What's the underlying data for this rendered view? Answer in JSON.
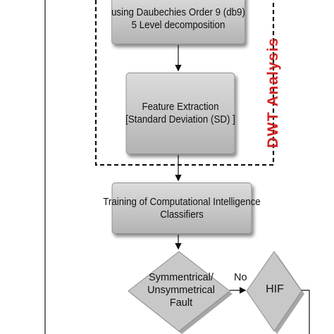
{
  "flowchart": {
    "decomposition_box": {
      "line1": "using  Daubechies Order 9 (db9)",
      "line2": "5 Level decomposition"
    },
    "feature_box": {
      "line1": "Feature Extraction",
      "line2": "[Standard Deviation (SD) ]"
    },
    "training_box": {
      "line1": "Training of Computational Intelligence",
      "line2": "Classifiers"
    },
    "fault_decision": {
      "line1": "Symmentrical/",
      "line2": "Unsymmetrical",
      "line3": "Fault"
    },
    "hif_decision": {
      "label": "HIF"
    },
    "no_label": "No",
    "dwt_group_label": "DWT Analysis"
  },
  "colors": {
    "box_fill": "#c6c6c6",
    "group_border": "#111111",
    "group_label": "#d42020"
  }
}
